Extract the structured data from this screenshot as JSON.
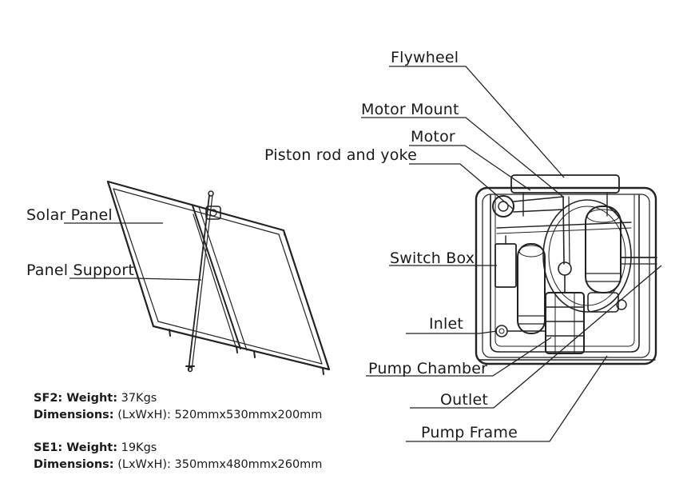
{
  "labels": {
    "flywheel": "Flywheel",
    "motor_mount": "Motor Mount",
    "motor": "Motor",
    "piston": "Piston rod and yoke",
    "solar_panel": "Solar Panel",
    "panel_support": "Panel Support",
    "switch_box": "Switch Box",
    "inlet": "Inlet",
    "pump_chamber": "Pump Chamber",
    "outlet": "Outlet",
    "pump_frame": "Pump Frame"
  },
  "specs": [
    {
      "model": "SF2: Weight:",
      "weight": "37Kgs",
      "dim_label": "Dimensions:",
      "dim_value": "(LxWxH): 520mmx530mmx200mm"
    },
    {
      "model": "SE1: Weight:",
      "weight": "19Kgs",
      "dim_label": "Dimensions:",
      "dim_value": "(LxWxH): 350mmx480mmx260mm"
    }
  ]
}
